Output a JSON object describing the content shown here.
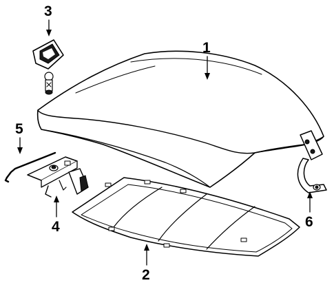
{
  "callouts": [
    {
      "id": "1",
      "label": "1"
    },
    {
      "id": "2",
      "label": "2"
    },
    {
      "id": "3",
      "label": "3"
    },
    {
      "id": "4",
      "label": "4"
    },
    {
      "id": "5",
      "label": "5"
    },
    {
      "id": "6",
      "label": "6"
    }
  ],
  "parts": {
    "1": "hood-panel",
    "2": "hood-insulator",
    "3": "hood-emblem",
    "4": "hood-latch",
    "5": "prop-rod",
    "6": "hood-hinge"
  },
  "colors": {
    "line": "#000000",
    "background": "#ffffff"
  }
}
